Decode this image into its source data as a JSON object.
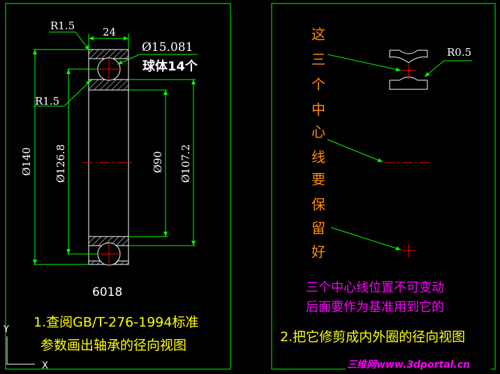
{
  "colors": {
    "background": "#000000",
    "frame": "#00ff00",
    "geometry": "#ffffff",
    "dimension": "#00ff00",
    "centerline": "#ff0000",
    "section_hatch": "#ffffff",
    "note_text": "#ffff00",
    "vertical_note": "#ff8c00",
    "magenta_note": "#ff00ff",
    "leader": "#00ff00",
    "watermark": "#ff00ff"
  },
  "left_panel": {
    "dimensions": {
      "fillet_top": "R1.5",
      "width": "24",
      "ball_diameter": "Ø15.081",
      "ball_count": "球体14个",
      "fillet_left": "R1.5",
      "outer_diameter": "Ø140",
      "pitch_diameter": "Ø126.8",
      "bore_diameter": "Ø90",
      "inner_race_diameter": "Ø107.2"
    },
    "part_number": "6018",
    "notes": [
      "1.查阅GB/T-276-1994标准",
      "参数画出轴承的径向视图"
    ]
  },
  "right_panel": {
    "fillet": "R0.5",
    "vertical_note": [
      "这",
      "三",
      "个",
      "中",
      "心",
      "线",
      "要",
      "保",
      "留",
      "好"
    ],
    "magenta_notes": [
      "三个中心线位置不可变动",
      "后面要作为基准用到它的"
    ],
    "instruction": "2.把它修剪成内外圈的径向视图"
  },
  "ucs": {
    "y": "Y",
    "x": "X"
  },
  "watermark": "三维网www.3dportal.cn"
}
